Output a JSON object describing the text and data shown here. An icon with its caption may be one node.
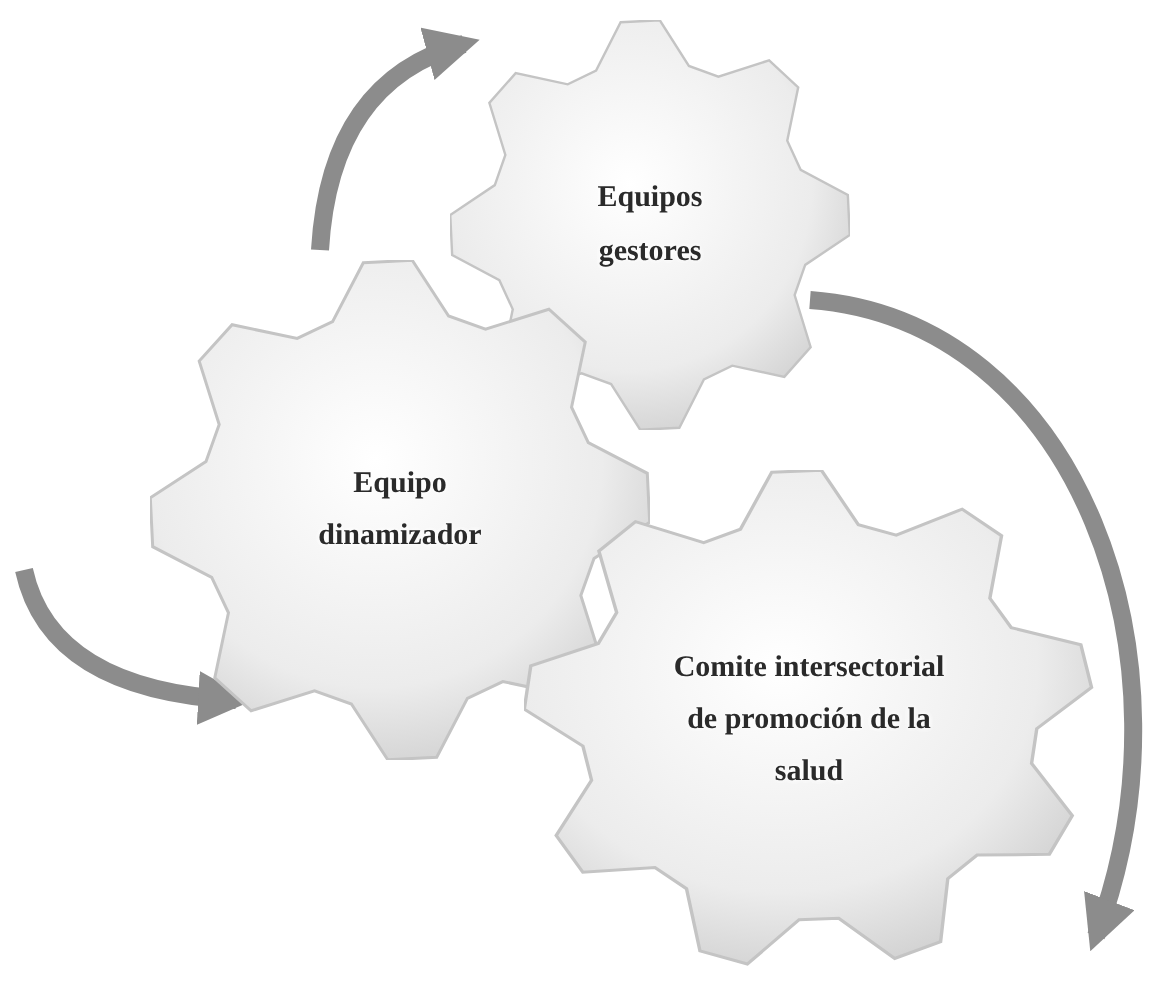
{
  "diagram": {
    "nodes": [
      {
        "text": [
          "Equipos gestores"
        ]
      },
      {
        "text": [
          "Equipo dinamizador"
        ]
      },
      {
        "text": [
          "Comite intersectorial de promoción de la salud"
        ]
      }
    ],
    "edges": [
      {
        "from": 1,
        "to": 0,
        "arrow": "to"
      },
      {
        "from": 0,
        "to": 2,
        "arrow": "to"
      },
      {
        "from": null,
        "to": 1,
        "arrow": "to"
      }
    ]
  }
}
